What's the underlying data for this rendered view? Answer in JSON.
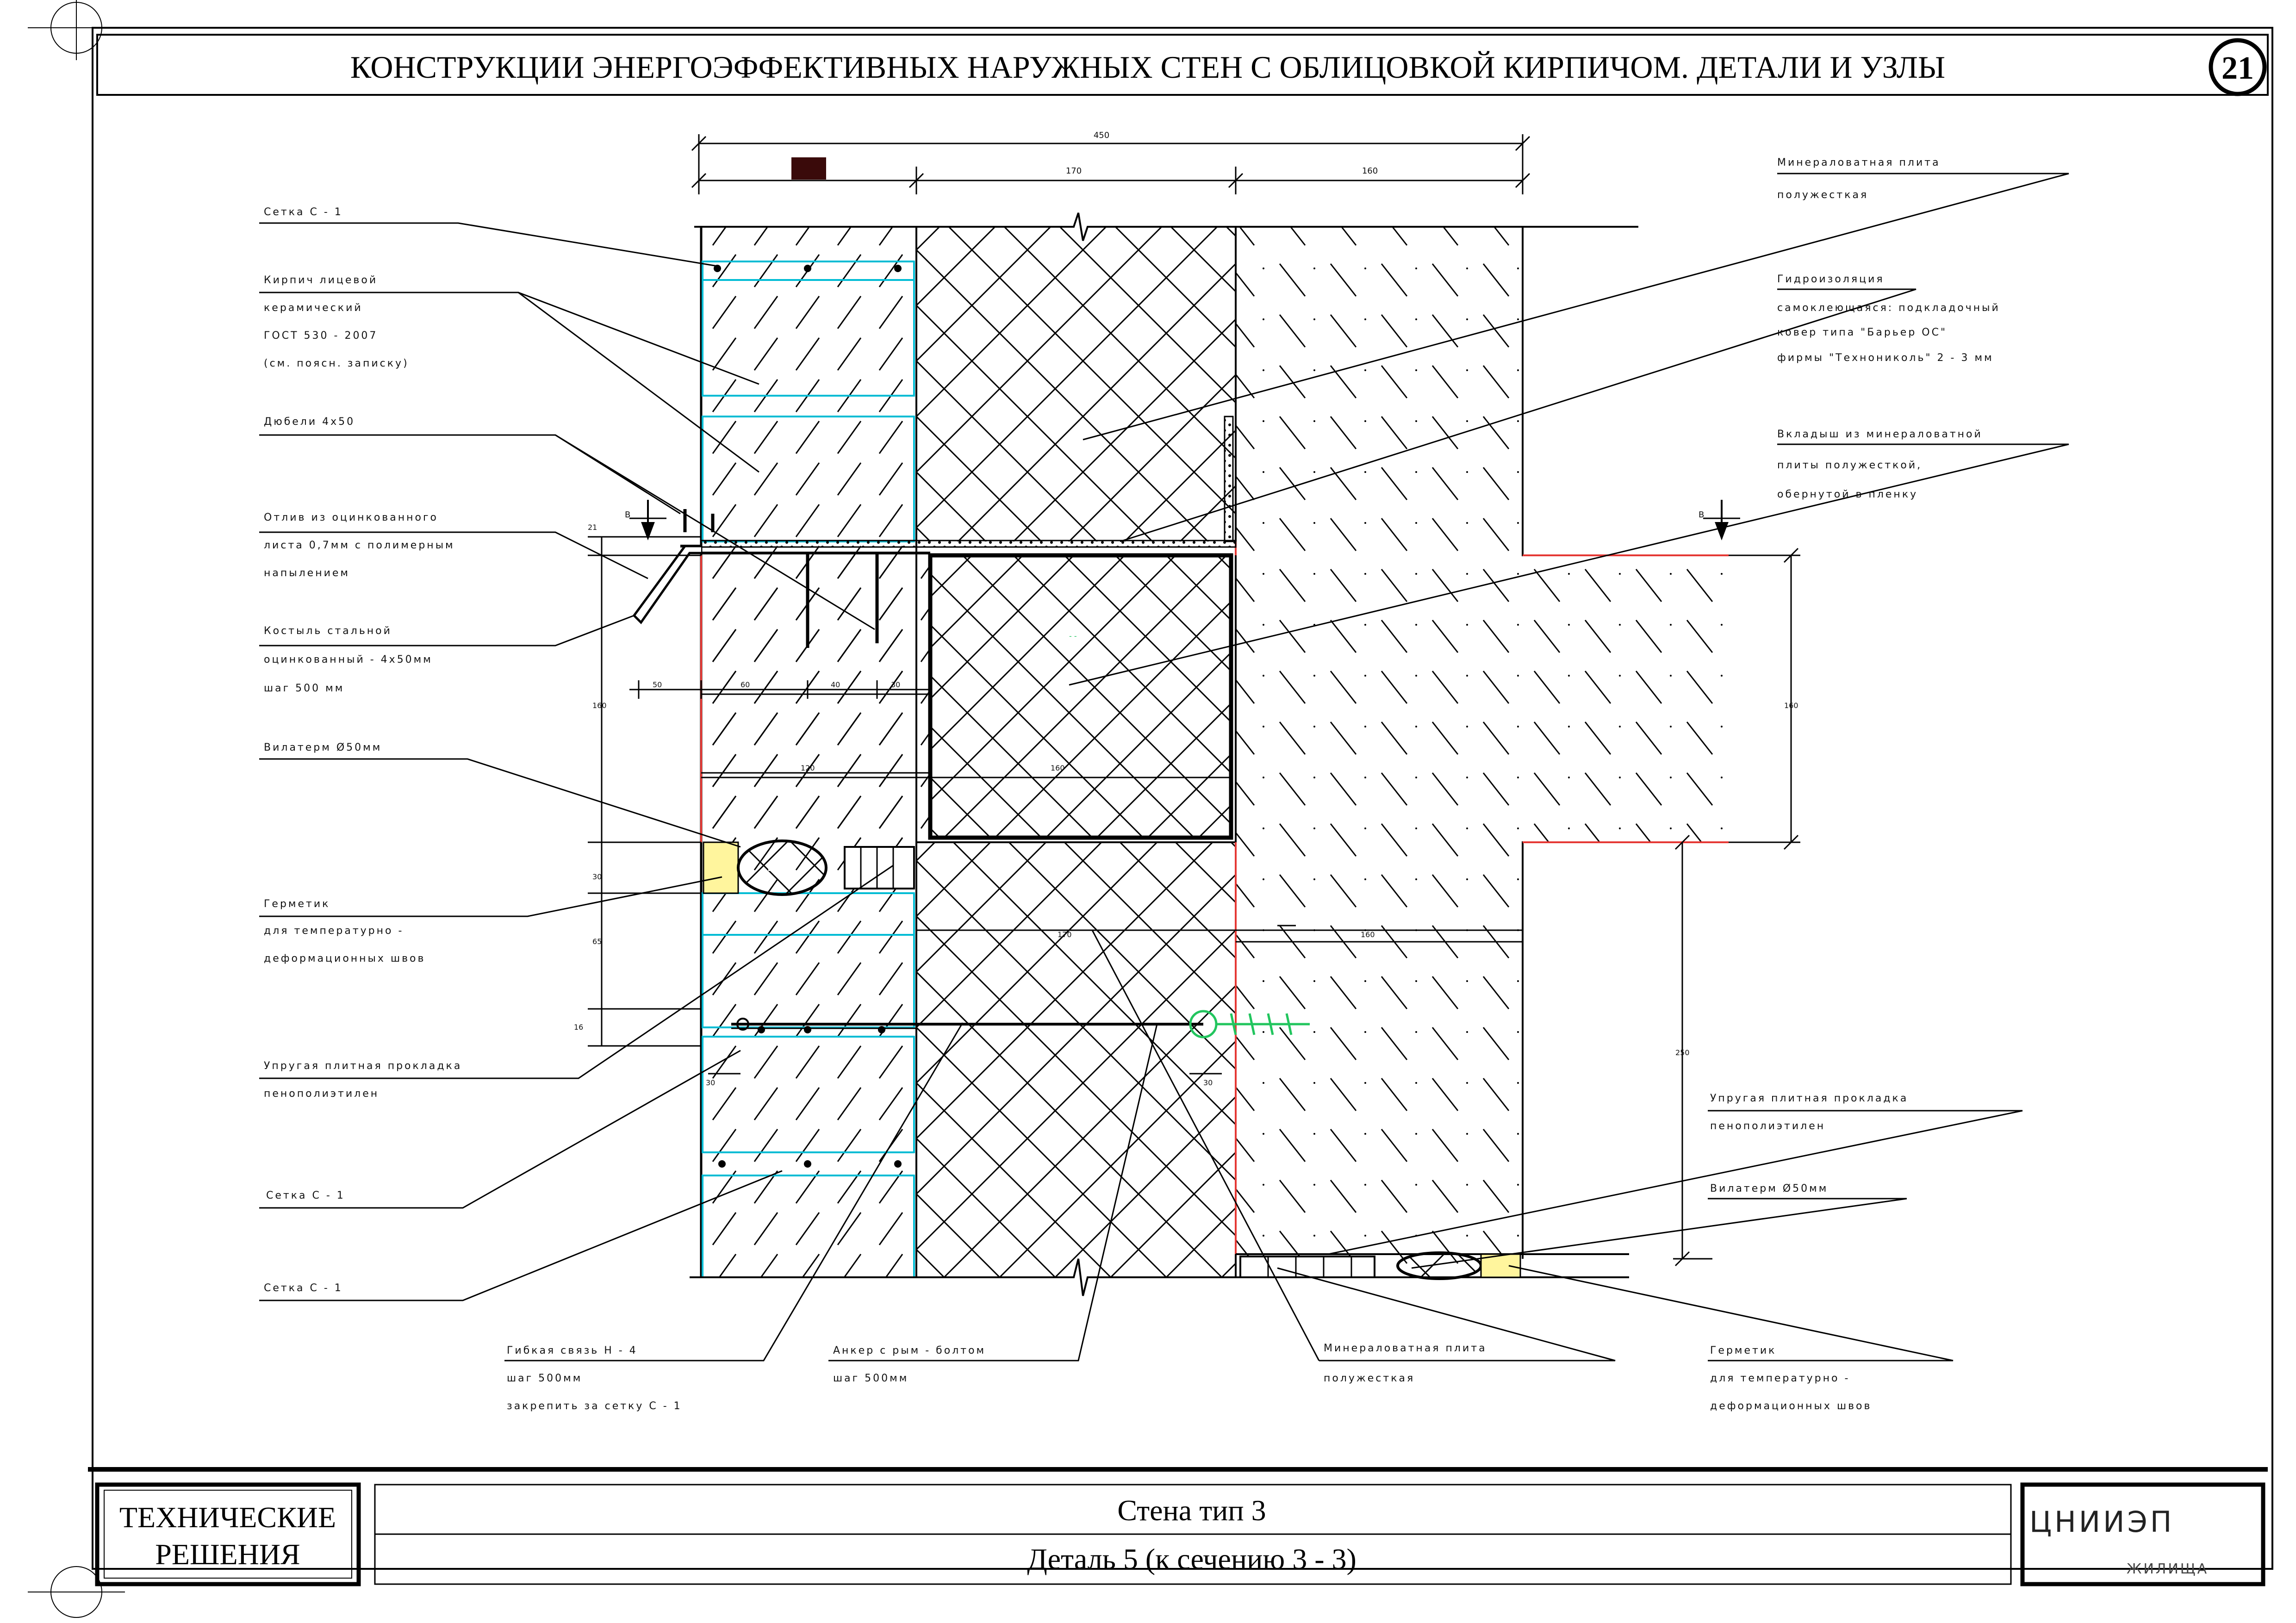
{
  "header": {
    "title": "КОНСТРУКЦИИ ЭНЕРГОЭФФЕКТИВНЫХ НАРУЖНЫХ СТЕН С ОБЛИЦОВКОЙ КИРПИЧОМ. ДЕТАЛИ И УЗЛЫ",
    "sheet_number": "21"
  },
  "footer": {
    "left_line1": "ТЕХНИЧЕСКИЕ",
    "left_line2": "РЕШЕНИЯ",
    "wall_type": "Стена тип 3",
    "detail": "Деталь 5 (к сечению 3 - 3)",
    "org": "ЦНИИЭП",
    "org_sub": "ЖИЛИЩА"
  },
  "labels": {
    "setka1": "Сетка  С - 1",
    "kirpich": [
      "Кирпич  лицевой",
      "керамический",
      "ГОСТ  530 - 2007",
      "(см.  поясн.  записку)"
    ],
    "dyubeli": "Дюбели  4х50",
    "otliv": [
      "Отлив  из  оцинкованного",
      "листа  0,7мм  с  полимерным",
      "напылением"
    ],
    "kostyl": [
      "Костыль  стальной",
      "оцинкованный   - 4х50мм",
      "шаг  500  мм"
    ],
    "vilaterm_left": "Вилатерм  Ø50мм",
    "germetik_left": [
      "Герметик",
      "для  температурно -",
      "деформационных  швов"
    ],
    "prokladka_left": [
      "Упругая  плитная  прокладка",
      "пенополиэтилен"
    ],
    "setka2": "Сетка  С - 1",
    "setka3": "Сетка  С - 1",
    "gibkaya": [
      "Гибкая  связь  Н - 4",
      "шаг  500мм",
      "закрепить  за  сетку  С - 1"
    ],
    "anker": [
      "Анкер  с  рым - болтом",
      "шаг  500мм"
    ],
    "mineral_bottom": [
      "Минераловатная  плита",
      "полужесткая"
    ],
    "germetik_right": [
      "Герметик",
      "для  температурно -",
      "деформационных  швов"
    ],
    "vilaterm_right": "Вилатерм  Ø50мм",
    "prokladka_right": [
      "Упругая  плитная  прокладка",
      "пенополиэтилен"
    ],
    "mineral_top": [
      "Минераловатная  плита",
      "полужесткая"
    ],
    "gidro": [
      "Гидроизоляция",
      "самоклеющаяся:  подкладочный",
      "ковер  типа  \"Барьер  ОС\"",
      "фирмы  \"Технониколь\"  2 - 3  мм"
    ],
    "vkladysh": [
      "Вкладыш  из  минераловатной",
      "плиты  полужесткой,",
      "обернутой  в  пленку"
    ]
  },
  "dimensions": {
    "top_total": "450",
    "top_insul": "170",
    "top_wall": "160",
    "left_a": "21",
    "left_b": "160",
    "left_c": "30",
    "left_d": "65",
    "left_e": "16",
    "row_50": "50",
    "row_60": "60",
    "row_40": "40",
    "row_30": "30",
    "mid_120": "120",
    "mid_160": "160",
    "mid_170": "170",
    "mid_160b": "160",
    "tie_30a": "30",
    "tie_30b": "30",
    "right_160": "160",
    "right_250": "250",
    "sec_b1": "В",
    "sec_b2": "В"
  },
  "colors": {
    "line": "#000000",
    "brick_joint": "#00bcd4",
    "slab_edge": "#e53935",
    "sealant": "#fff59d",
    "anchor": "#22c55e",
    "marker": "#3a0a0a"
  }
}
